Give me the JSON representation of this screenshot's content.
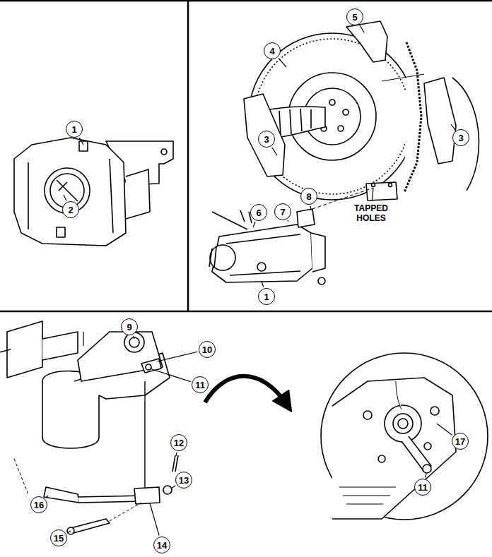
{
  "diagram": {
    "labels": [
      "1",
      "2",
      "5",
      "4",
      "3",
      "3",
      "TAPPED HOLES",
      "6",
      "7",
      "8",
      "1",
      "9",
      "10",
      "11",
      "12",
      "16",
      "13",
      "15",
      "14",
      "17",
      "11"
    ]
  }
}
